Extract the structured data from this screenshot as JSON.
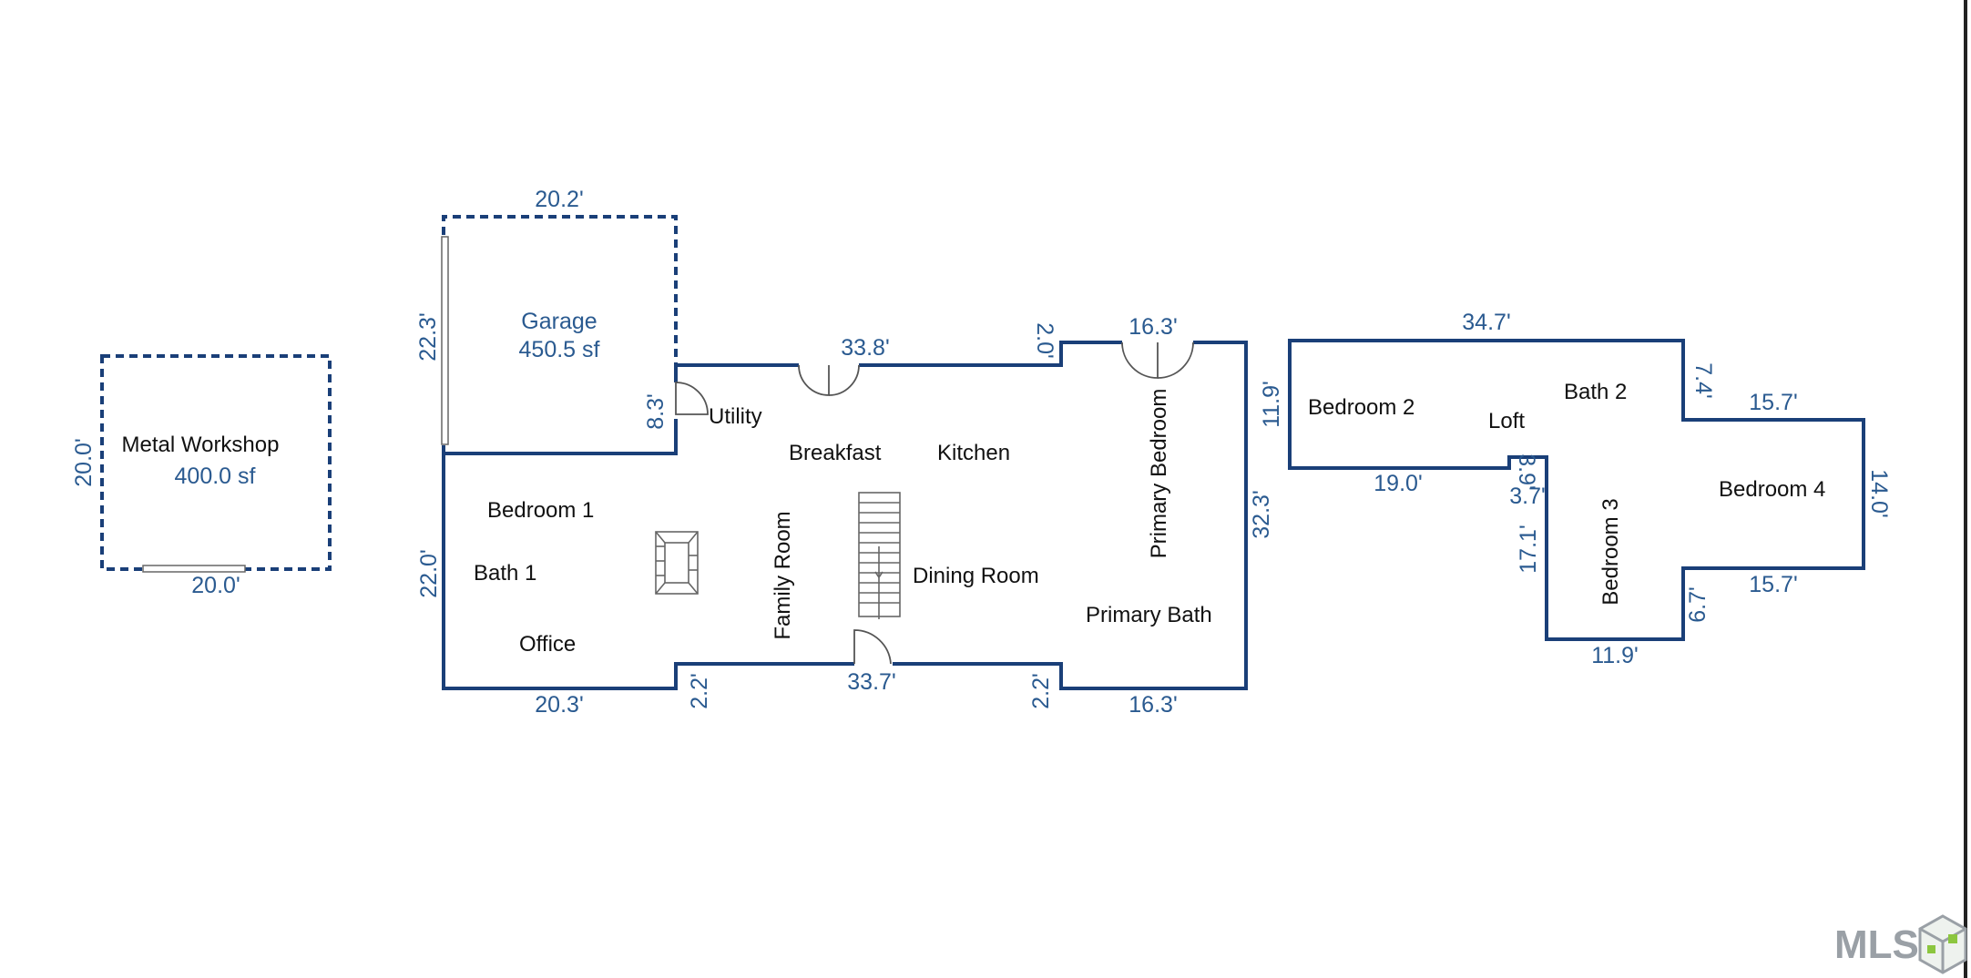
{
  "workshop": {
    "name": "Metal Workshop",
    "area": "400.0 sf",
    "dim_left": "20.0'",
    "dim_bottom": "20.0'"
  },
  "garage": {
    "name": "Garage",
    "area": "450.5 sf",
    "dim_top": "20.2'",
    "dim_left": "22.3'"
  },
  "main_floor": {
    "dims": {
      "top_mid": "33.8'",
      "step_top": "2.0'",
      "top_right": "16.3'",
      "utility_h": "8.3'",
      "left": "22.0'",
      "right": "32.3'",
      "bottom_left": "20.3'",
      "step_bl": "2.2'",
      "bottom_mid": "33.7'",
      "step_br": "2.2'",
      "bottom_right": "16.3'"
    },
    "rooms": {
      "utility": "Utility",
      "breakfast": "Breakfast",
      "kitchen": "Kitchen",
      "primary_bedroom": "Primary Bedroom",
      "bedroom1": "Bedroom 1",
      "bath1": "Bath 1",
      "office": "Office",
      "family_room": "Family Room",
      "dining_room": "Dining Room",
      "primary_bath": "Primary Bath"
    }
  },
  "upper_floor": {
    "dims": {
      "top": "34.7'",
      "left": "11.9'",
      "bottom_left": "19.0'",
      "step_3_9": "3.9'",
      "step_3_7": "3.7'",
      "b3_left": "17.1'",
      "b3_bottom": "11.9'",
      "step_7_4": "7.4'",
      "b4_top": "15.7'",
      "b4_right": "14.0'",
      "b4_bottom": "15.7'",
      "step_6_7": "6.7'"
    },
    "rooms": {
      "bedroom2": "Bedroom 2",
      "loft": "Loft",
      "bath2": "Bath 2",
      "bedroom3": "Bedroom 3",
      "bedroom4": "Bedroom 4"
    }
  },
  "logo": {
    "text": "MLS"
  }
}
